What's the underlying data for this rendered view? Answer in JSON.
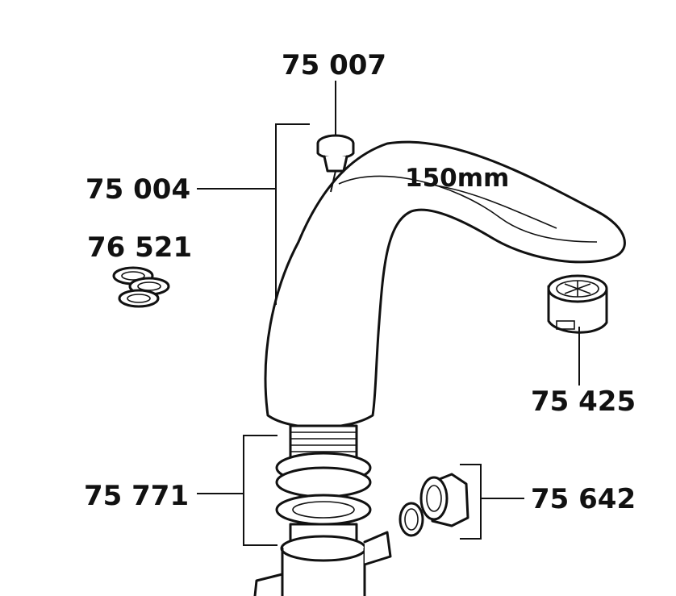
{
  "labels": {
    "p75007": "75 007",
    "p75004": "75 004",
    "p76521": "76 521",
    "p75425": "75 425",
    "p75771": "75 771",
    "p75642": "75 642",
    "dimension": "150mm"
  },
  "colors": {
    "ink": "#111111",
    "paper": "#ffffff"
  }
}
